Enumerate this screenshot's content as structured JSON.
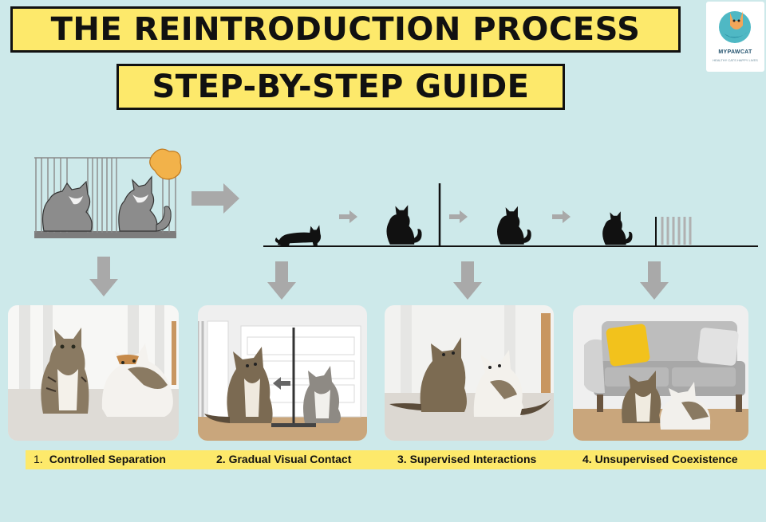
{
  "header": {
    "title_line1": "THE REINTRODUCTION PROCESS",
    "title_line2": "STEP-BY-STEP GUIDE"
  },
  "logo": {
    "name": "MYPAWCAT",
    "tagline": "HEALTHY CATS HAPPY LIVES",
    "icon": "cat-icon"
  },
  "steps": [
    {
      "number": "1.",
      "label": "Controlled Separation"
    },
    {
      "number": "2.",
      "label": "Gradual Visual Contact"
    },
    {
      "number": "3.",
      "label": "Supervised Interactions"
    },
    {
      "number": "4.",
      "label": "Unsupervised Coexistence"
    }
  ],
  "colors": {
    "background": "#cde9ea",
    "title_fill": "#fde96b",
    "arrow": "#a9a9a9",
    "silhouette": "#111111"
  }
}
